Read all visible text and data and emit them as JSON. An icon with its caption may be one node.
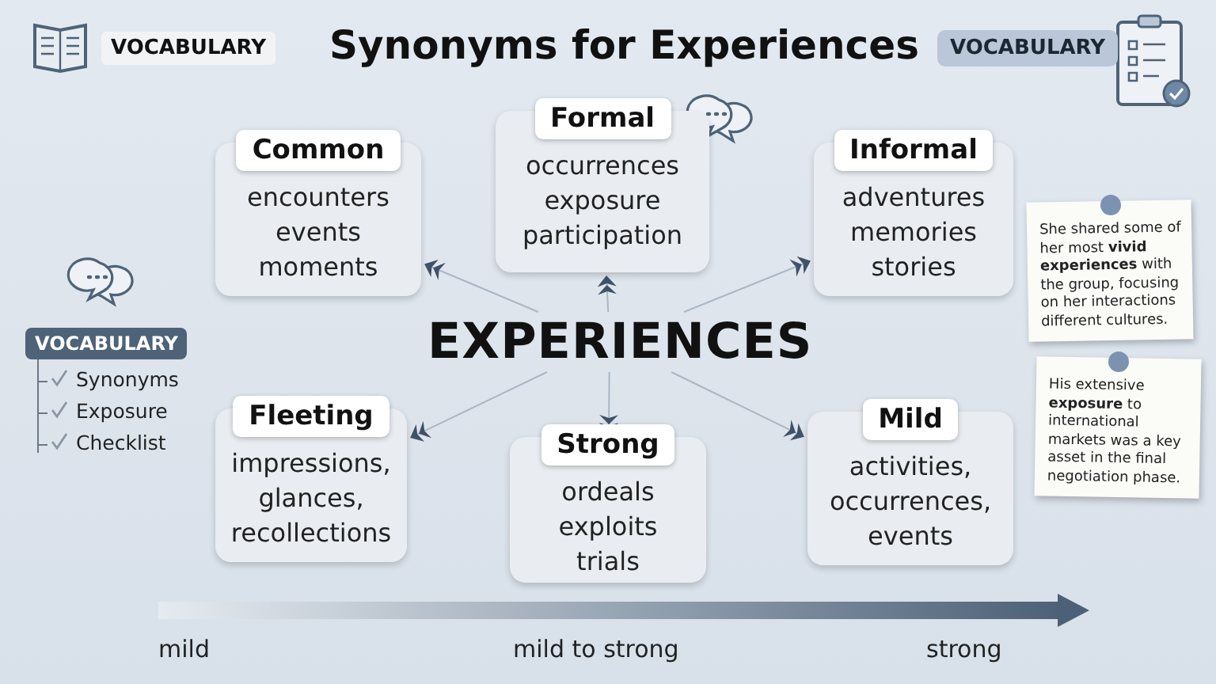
{
  "diagram": {
    "title": "Synonyms for Experiences",
    "nodes": [
      {
        "text": [
          "EXPERIENCES"
        ]
      },
      {
        "text": [
          "Common",
          "encounters events moments"
        ]
      },
      {
        "text": [
          "Formal",
          "occurrences exposure participation"
        ]
      },
      {
        "text": [
          "Informal",
          "adventures memories stories"
        ]
      },
      {
        "text": [
          "Fleeting",
          "impressions, glances, recollections"
        ]
      },
      {
        "text": [
          "Strong",
          "ordeals exploits trials"
        ]
      },
      {
        "text": [
          "Mild",
          "activities, occurrences, events"
        ]
      }
    ],
    "edges": [
      {
        "from": 0,
        "to": 1,
        "arrow": "to"
      },
      {
        "from": 0,
        "to": 2,
        "arrow": "to"
      },
      {
        "from": 0,
        "to": 3,
        "arrow": "to"
      },
      {
        "from": 0,
        "to": 4,
        "arrow": "to"
      },
      {
        "from": 0,
        "to": 5,
        "arrow": "to"
      },
      {
        "from": 0,
        "to": 6,
        "arrow": "to"
      }
    ],
    "labels": [
      "VOCABULARY",
      "VOCABULARY",
      "VOCABULARY",
      "Synonyms",
      "Exposure",
      "Checklist",
      "She shared some of her most **vivid experiences** with the group, focusing on her interactions different cultures.",
      "His extensive **exposure** to international markets was a key asset in the final negotiation phase.",
      "mild",
      "mild to strong",
      "strong"
    ]
  }
}
